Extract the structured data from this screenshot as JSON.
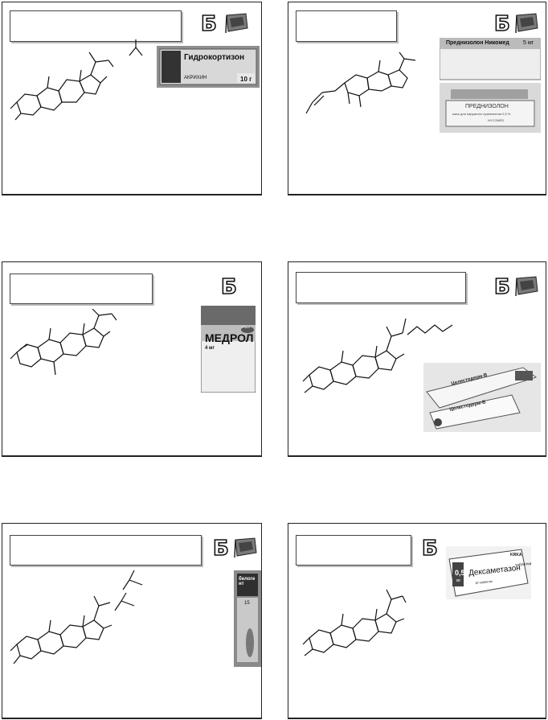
{
  "logo_letter": "Б",
  "slides": [
    {
      "title": "",
      "product": {
        "name": "Гидрокортизон",
        "sub": "",
        "amount": "10 г",
        "maker": "АКРИХИН"
      }
    },
    {
      "title": "",
      "product": {
        "name": "Преднизолон Никомед",
        "dose": "5 мг",
        "tube_label": "ПРЕДНИЗОЛОН",
        "tube_sub": "мазь для наружного применения 0,5 %",
        "maker": "NYCOMED"
      }
    },
    {
      "title": "",
      "product": {
        "name": "МЕДРОЛ",
        "dose": "4 мг",
        "sub": "",
        "count": "",
        "brand": "Pfizer"
      }
    },
    {
      "title": "",
      "product": {
        "name": "Целестодерм-В",
        "tube_label": "Целестодерм-В",
        "maker": ""
      }
    },
    {
      "title": "",
      "product": {
        "name": "белогент",
        "count": "15"
      }
    },
    {
      "title": "",
      "product": {
        "name": "Дексаметазон",
        "dose": "0,5",
        "unit": "мг",
        "form": "таблетки",
        "count": "10 таблеток",
        "maker": "KRKA"
      }
    }
  ],
  "colors": {
    "border": "#222222",
    "slide_bg": "#ffffff",
    "logo_fill": "#ffffff",
    "photo_gray": "#9a9a9a"
  },
  "icons": [
    "b-logo-icon",
    "flag-icon"
  ]
}
